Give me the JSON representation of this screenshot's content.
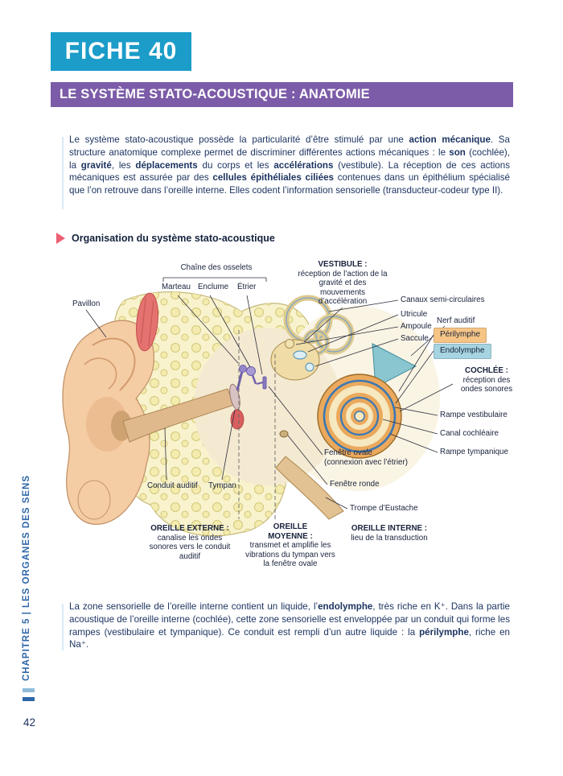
{
  "colors": {
    "fiche_bg": "#1b9cc9",
    "title_bg": "#7c5ca8",
    "body_text": "#1d3461",
    "arrow": "#ee5f73",
    "perilymphe_bg": "#f6c586",
    "endolymphe_bg": "#a6d4e0",
    "sidebar_text": "#2f67a8"
  },
  "header": {
    "fiche_label": "FICHE 40",
    "title": "LE SYSTÈME STATO-ACOUSTIQUE : ANATOMIE"
  },
  "intro": {
    "segments": [
      {
        "t": "Le système stato-acoustique possède la particularité d’être stimulé par une "
      },
      {
        "t": "action mécanique",
        "b": true
      },
      {
        "t": ". Sa structure anatomique complexe permet de discriminer différentes actions mécaniques : le "
      },
      {
        "t": "son",
        "b": true
      },
      {
        "t": " (cochlée), la "
      },
      {
        "t": "gravité",
        "b": true
      },
      {
        "t": ", les "
      },
      {
        "t": "déplacements",
        "b": true
      },
      {
        "t": " du corps et les "
      },
      {
        "t": "accélérations",
        "b": true
      },
      {
        "t": " (vestibule). La réception de ces actions mécaniques est assurée par des "
      },
      {
        "t": "cellules épithéliales ciliées",
        "b": true
      },
      {
        "t": " contenues dans un épithélium spécialisé que l’on retrouve dans l’oreille interne. Elles codent l’information sensorielle (transducteur-codeur type II)."
      }
    ]
  },
  "section": {
    "heading": "Organisation du système stato-acoustique"
  },
  "diagram": {
    "labels": {
      "chaine_osselets": "Chaîne des osselets",
      "marteau": "Marteau",
      "enclume": "Enclume",
      "etrier": "Étrier",
      "vestibule_title": "VESTIBULE :",
      "vestibule_body": "réception de l’action de la gravité et des mouvements d’accélération",
      "pavillon": "Pavillon",
      "canaux_semi_circulaires": "Canaux semi-circulaires",
      "utricule": "Utricule",
      "ampoule": "Ampoule",
      "saccule": "Saccule",
      "nerf_auditif": "Nerf auditif",
      "perilymphe": "Périlymphe",
      "endolymphe": "Endolymphe",
      "cochlee_title": "COCHLÉE :",
      "cochlee_body": "réception des ondes sonores",
      "rampe_vestibulaire": "Rampe vestibulaire",
      "canal_cochleaire": "Canal cochléaire",
      "rampe_tympanique": "Rampe tympanique",
      "fenetre_ovale": "Fenêtre ovale",
      "fenetre_ovale_sub": "(connexion avec l’étrier)",
      "fenetre_ronde": "Fenêtre ronde",
      "trompe_eustache": "Trompe d’Eustache",
      "conduit_auditif": "Conduit auditif",
      "tympan": "Tympan",
      "oreille_externe_title": "OREILLE EXTERNE :",
      "oreille_externe_body": "canalise les ondes sonores vers le conduit auditif",
      "oreille_moyenne_title": "OREILLE MOYENNE :",
      "oreille_moyenne_body": "transmet et amplifie les vibrations du tympan vers la fenêtre ovale",
      "oreille_interne_title": "OREILLE INTERNE :",
      "oreille_interne_body": "lieu de la transduction"
    }
  },
  "outro": {
    "segments": [
      {
        "t": "La zone sensorielle de l’oreille interne contient un liquide, l’"
      },
      {
        "t": "endolymphe",
        "b": true
      },
      {
        "t": ", très riche en K⁺. Dans la partie acoustique de l’oreille interne (cochlée), cette zone sensorielle est enveloppée par un conduit qui forme les rampes (vestibulaire et tympanique). Ce conduit est rempli d’un autre liquide : la "
      },
      {
        "t": "périlymphe",
        "b": true
      },
      {
        "t": ", riche en Na⁺."
      }
    ]
  },
  "footer": {
    "page_number": "42",
    "sidebar_text": "CHAPITRE 5 | LES ORGANES DES SENS"
  }
}
